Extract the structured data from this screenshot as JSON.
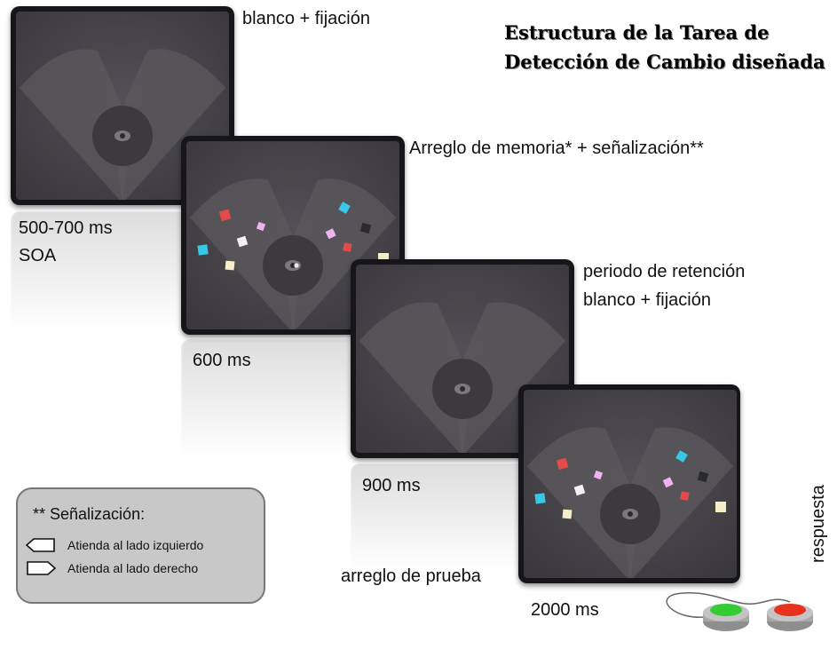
{
  "title": {
    "line1": "Estructura de la Tarea de",
    "line2": "Detección de Cambio diseñada"
  },
  "screens": [
    {
      "id": "fixation",
      "label": "blanco + fijación",
      "duration_line1": "500-700 ms",
      "duration_line2": "SOA"
    },
    {
      "id": "memory",
      "label": "Arreglo de memoria* + señalización**",
      "duration": "600 ms",
      "cue_direction": "right"
    },
    {
      "id": "retention",
      "label_line1": "periodo de retención",
      "label_line2": "blanco + fijación",
      "duration": "900 ms"
    },
    {
      "id": "test",
      "label": "arreglo de prueba",
      "duration": "2000 ms"
    }
  ],
  "response": {
    "label": "respuesta",
    "buttons": [
      "green",
      "red"
    ]
  },
  "legend": {
    "title": "** Señalización:",
    "items": [
      {
        "label": "Atienda al lado izquierdo",
        "icon": "left-arrow-outline-icon"
      },
      {
        "label": "Atienda al lado derecho",
        "icon": "right-arrow-outline-icon"
      }
    ]
  },
  "colors": {
    "square_red": "#e34a4a",
    "square_cyan": "#36c8e6",
    "square_white": "#f2f2f2",
    "square_pink": "#f0b3f0",
    "square_cream": "#f5efc9",
    "square_dark": "#2a2a2a",
    "button_green": "#33cc33",
    "button_red": "#e8321e"
  }
}
